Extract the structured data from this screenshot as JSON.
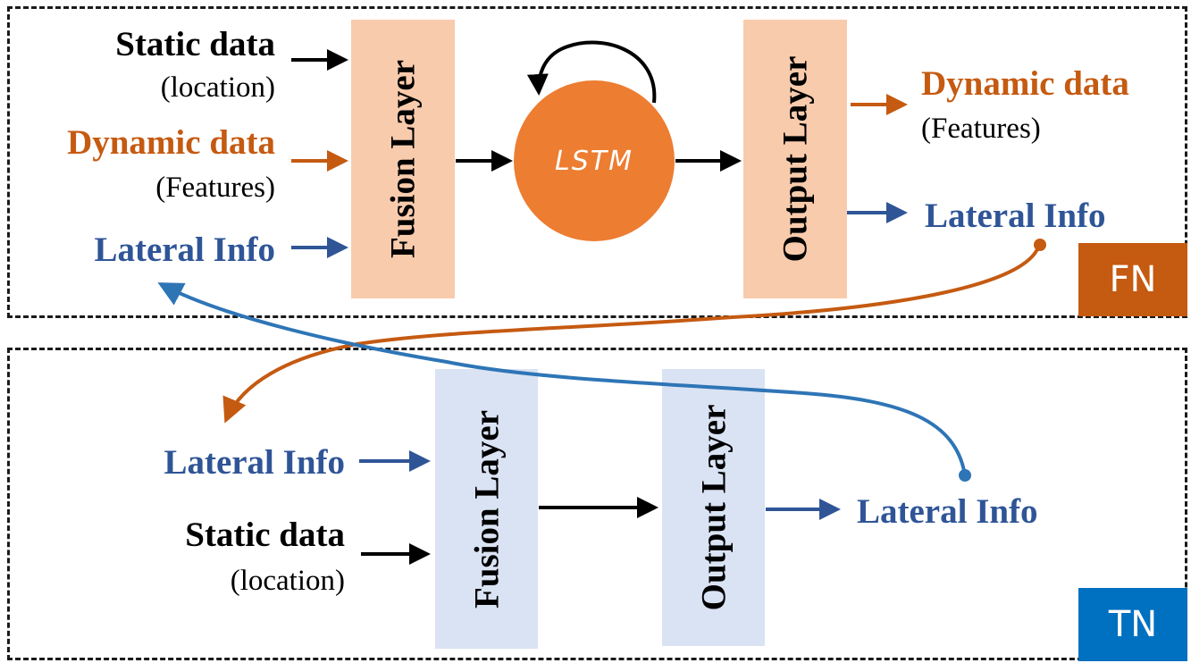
{
  "fn": {
    "inputs": {
      "static_title": "Static data",
      "static_sub": "(location)",
      "dynamic_title": "Dynamic data",
      "dynamic_sub": "(Features)",
      "lateral": "Lateral Info"
    },
    "fusion_layer": "Fusion Layer",
    "lstm": "LSTM",
    "output_layer": "Output Layer",
    "outputs": {
      "dynamic_title": "Dynamic data",
      "dynamic_sub": "(Features)",
      "lateral": "Lateral Info"
    },
    "badge": "FN"
  },
  "tn": {
    "inputs": {
      "lateral": "Lateral Info",
      "static_title": "Static data",
      "static_sub": "(location)"
    },
    "fusion_layer": "Fusion Layer",
    "output_layer": "Output Layer",
    "outputs": {
      "lateral": "Lateral Info"
    },
    "badge": "TN"
  },
  "colors": {
    "black": "#000000",
    "orange": "#c55a11",
    "blue": "#2f5597",
    "lstm_fill": "#ed7d31",
    "fn_layer_fill": "#f8cbad",
    "tn_layer_fill": "#dae3f3",
    "fn_badge": "#c55a11",
    "tn_badge": "#0070c0",
    "curve_orange": "#c55a11",
    "curve_blue": "#2e75b6"
  }
}
